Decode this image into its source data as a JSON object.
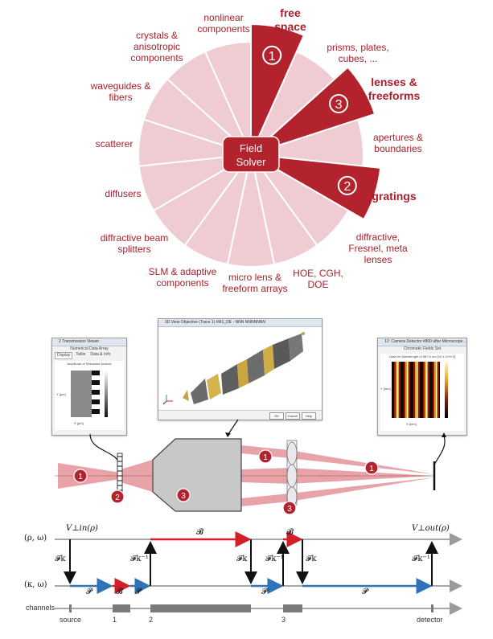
{
  "solver": {
    "center_line1": "Field",
    "center_line2": "Solver",
    "highlight_numbers": [
      "1",
      "3",
      "2"
    ],
    "labels": [
      {
        "id": "free-space",
        "text": [
          "free",
          "space"
        ],
        "emph": true
      },
      {
        "id": "prisms",
        "text": [
          "prisms, plates,",
          "cubes, ..."
        ],
        "emph": false
      },
      {
        "id": "lenses",
        "text": [
          "lenses &",
          "freeforms"
        ],
        "emph": true
      },
      {
        "id": "apertures",
        "text": [
          "apertures &",
          "boundaries"
        ],
        "emph": false
      },
      {
        "id": "gratings",
        "text": [
          "gratings"
        ],
        "emph": true
      },
      {
        "id": "diffractive",
        "text": [
          "diffractive,",
          "Fresnel, meta",
          "lenses"
        ],
        "emph": false
      },
      {
        "id": "hoe",
        "text": [
          "HOE, CGH,",
          "DOE"
        ],
        "emph": false
      },
      {
        "id": "microlens",
        "text": [
          "micro lens &",
          "freeform arrays"
        ],
        "emph": false
      },
      {
        "id": "slm",
        "text": [
          "SLM & adaptive",
          "components"
        ],
        "emph": false
      },
      {
        "id": "diffractive-beam",
        "text": [
          "diffractive beam",
          "splitters"
        ],
        "emph": false
      },
      {
        "id": "diffusers",
        "text": [
          "diffusers"
        ],
        "emph": false
      },
      {
        "id": "scatterer",
        "text": [
          "scatterer"
        ],
        "emph": false
      },
      {
        "id": "waveguides",
        "text": [
          "waveguides &",
          "fibers"
        ],
        "emph": false
      },
      {
        "id": "crystals",
        "text": [
          "crystals &",
          "anisotropic",
          "components"
        ],
        "emph": false
      },
      {
        "id": "nonlinear",
        "text": [
          "nonlinear",
          "components"
        ],
        "emph": false
      }
    ]
  },
  "windows": {
    "left": {
      "title": "2 Transmission Viewer",
      "subtitle": "Numerical Data Array",
      "tabs": [
        "Display",
        "Table",
        "Data & Info"
      ],
      "plot_title": "Amplitude of Refractive Indices",
      "xlabel": "X [µm]",
      "ylabel": "Y [µm]"
    },
    "center": {
      "title": "3D View Objective (Trace 1) #M1_DE - NNN NNNNNNN",
      "buttons": [
        "OK",
        "Cancel",
        "Help"
      ]
    },
    "right": {
      "title": "12: Camera Detector #800 after Microscope...",
      "subtitle": "Chromatic Fields Set",
      "plot_title": "Data for Wavelength of 587.6 nm [10.4 V/m^2]",
      "xlabel": "X [mm]",
      "ylabel": "Y [mm]"
    }
  },
  "setup": {
    "numbers": [
      "1",
      "2",
      "3",
      "1",
      "3",
      "1"
    ]
  },
  "sequence": {
    "row_top": "(ρ, ω)",
    "row_bottom": "(κ, ω)",
    "row_channels": "channels",
    "v_in": "V⊥in(ρ)",
    "v_out": "V⊥out(ρ)",
    "ops": {
      "F": "𝓕k",
      "Finv": "𝓕k⁻¹",
      "B": "𝓑",
      "P": "𝓟"
    },
    "channel_labels": [
      "source",
      "1",
      "2",
      "3",
      "detector"
    ]
  },
  "colors": {
    "wedge": "#efccd1",
    "wedge_stroke": "#ffffff",
    "highlight": "#b3232e",
    "text_red": "#a8202b",
    "beam": "#c9333d",
    "blue_arrow": "#2e73b8",
    "red_arrow": "#d21f2a"
  }
}
